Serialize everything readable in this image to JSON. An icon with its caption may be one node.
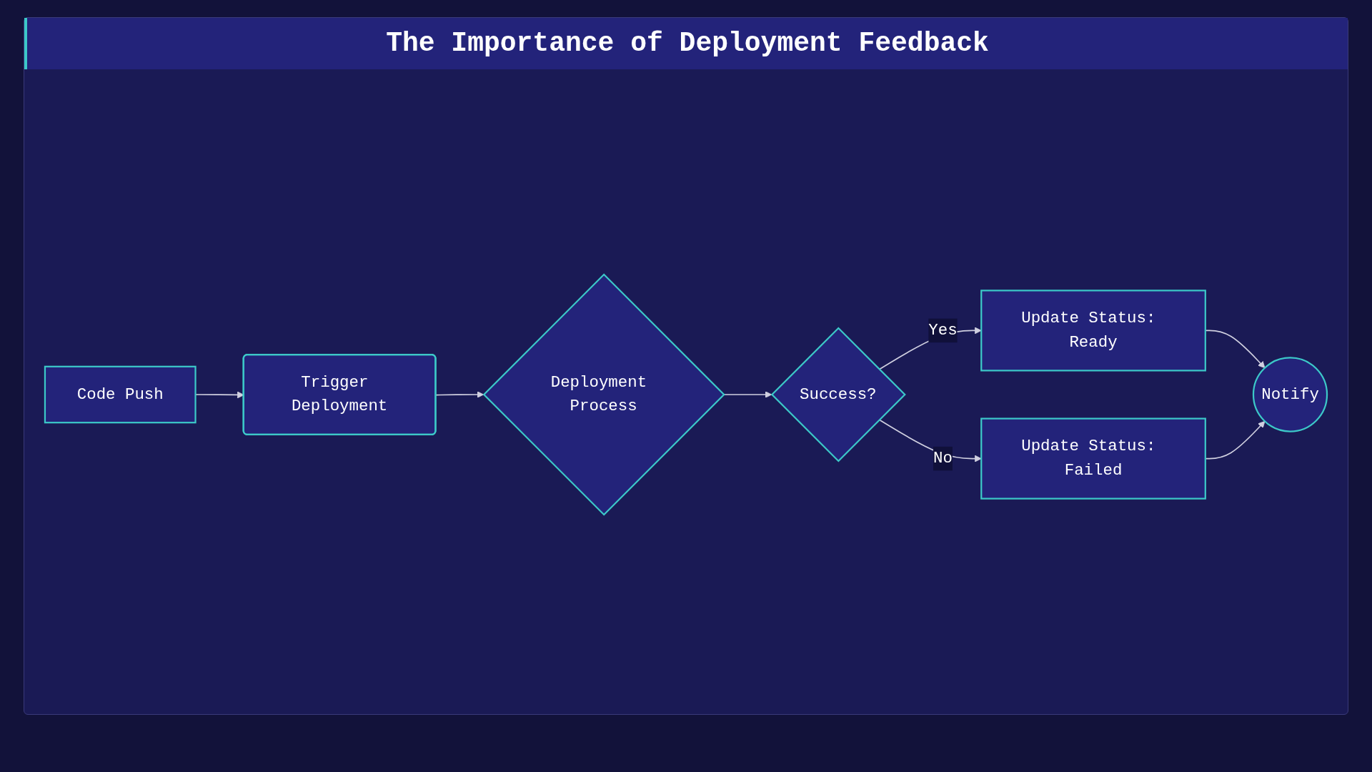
{
  "diagram": {
    "title": "The Importance of Deployment Feedback",
    "nodes": [
      {
        "text": [
          "Code Push"
        ]
      },
      {
        "text": [
          "Trigger Deployment"
        ]
      },
      {
        "text": [
          "Deployment Process"
        ]
      },
      {
        "text": [
          "Success?"
        ]
      },
      {
        "text": [
          "Update Status: Ready"
        ]
      },
      {
        "text": [
          "Update Status: Failed"
        ]
      },
      {
        "text": [
          "Notify"
        ]
      }
    ],
    "edges": [
      {
        "from": 0,
        "to": 1,
        "arrow": "to"
      },
      {
        "from": 1,
        "to": 2,
        "arrow": "to"
      },
      {
        "from": 2,
        "to": 3,
        "arrow": "to"
      },
      {
        "from": 3,
        "to": 4,
        "arrow": "to",
        "label": "Yes"
      },
      {
        "from": 3,
        "to": 5,
        "arrow": "to",
        "label": "No"
      },
      {
        "from": 4,
        "to": 6,
        "arrow": "to"
      },
      {
        "from": 5,
        "to": 6,
        "arrow": "to"
      }
    ]
  }
}
